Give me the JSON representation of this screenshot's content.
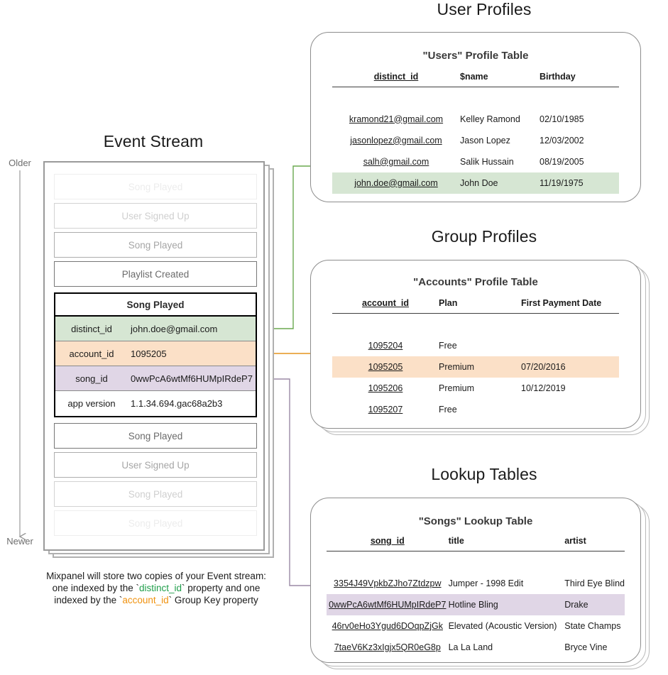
{
  "sections": {
    "event_stream": {
      "title": "Event Stream",
      "timeline_top_label": "Older",
      "timeline_bottom_label": "Newer",
      "events_before": [
        {
          "label": "Song Played",
          "fade": "fade-0"
        },
        {
          "label": "User Signed Up",
          "fade": "fade-1"
        },
        {
          "label": "Song Played",
          "fade": "fade-2"
        },
        {
          "label": "Playlist Created",
          "fade": "fade-3"
        }
      ],
      "expanded_event": {
        "name": "Song Played",
        "properties": [
          {
            "key": "distinct_id",
            "value": "john.doe@gmail.com",
            "highlight": "row-green"
          },
          {
            "key": "account_id",
            "value": "1095205",
            "highlight": "row-orange"
          },
          {
            "key": "song_id",
            "value": "0wwPcA6wtMf6HUMpIRdeP7",
            "highlight": "row-purple"
          },
          {
            "key": "app version",
            "value": "1.1.34.694.gac68a2b3",
            "highlight": "row-plain"
          }
        ]
      },
      "events_after": [
        {
          "label": "Song Played",
          "fade": "fade-3"
        },
        {
          "label": "User Signed Up",
          "fade": "fade-2"
        },
        {
          "label": "Song Played",
          "fade": "fade-1"
        },
        {
          "label": "Song Played",
          "fade": "fade-0"
        }
      ],
      "caption": {
        "line1": "Mixpanel will store two copies of your Event stream:",
        "line2_a": "one indexed by the ",
        "line2_token": "distinct_id",
        "line2_b": " property and one",
        "line3_a": "indexed by the ",
        "line3_token": "account_id",
        "line3_b": " Group Key property"
      }
    },
    "user_profiles": {
      "title": "User Profiles",
      "table_title": "\"Users\" Profile Table",
      "columns": [
        "distinct_id",
        "$name",
        "Birthday"
      ],
      "rows": [
        {
          "cells": [
            "kramond21@gmail.com",
            "Kelley Ramond",
            "02/10/1985"
          ],
          "highlight": ""
        },
        {
          "cells": [
            "jasonlopez@gmail.com",
            "Jason Lopez",
            "12/03/2002"
          ],
          "highlight": ""
        },
        {
          "cells": [
            "salh@gmail.com",
            "Salik Hussain",
            "08/19/2005"
          ],
          "highlight": ""
        },
        {
          "cells": [
            "john.doe@gmail.com",
            "John Doe",
            "11/19/1975"
          ],
          "highlight": "hl-green"
        }
      ]
    },
    "group_profiles": {
      "title": "Group Profiles",
      "table_title": "\"Accounts\" Profile Table",
      "columns": [
        "account_id",
        "Plan",
        "First Payment Date"
      ],
      "rows": [
        {
          "cells": [
            "1095204",
            "Free",
            ""
          ],
          "highlight": ""
        },
        {
          "cells": [
            "1095205",
            "Premium",
            "07/20/2016"
          ],
          "highlight": "hl-orange"
        },
        {
          "cells": [
            "1095206",
            "Premium",
            "10/12/2019"
          ],
          "highlight": ""
        },
        {
          "cells": [
            "1095207",
            "Free",
            ""
          ],
          "highlight": ""
        }
      ]
    },
    "lookup_tables": {
      "title": "Lookup Tables",
      "table_title": "\"Songs\" Lookup Table",
      "columns": [
        "song_id",
        "title",
        "artist"
      ],
      "rows": [
        {
          "cells": [
            "3354J49VpkbZJho7Ztdzpw",
            "Jumper - 1998 Edit",
            "Third Eye Blind"
          ],
          "highlight": ""
        },
        {
          "cells": [
            "0wwPcA6wtMf6HUMpIRdeP7",
            "Hotline Bling",
            "Drake"
          ],
          "highlight": "hl-purple"
        },
        {
          "cells": [
            "46rv0eHo3Ygud6DOqpZjGk",
            "Elevated (Acoustic Version)",
            "State Champs"
          ],
          "highlight": ""
        },
        {
          "cells": [
            "7taeV6Kz3xIgjx5QR0eG8p",
            "La La Land",
            "Bryce Vine"
          ],
          "highlight": ""
        }
      ]
    }
  },
  "colors": {
    "green": "#6aa84f",
    "orange": "#f0920f",
    "purple": "#9b8aa6",
    "green_fill": "#d6e6d3",
    "orange_fill": "#fbe0c7",
    "purple_fill": "#e0d6e6",
    "border_gray": "#8d8d8d"
  }
}
